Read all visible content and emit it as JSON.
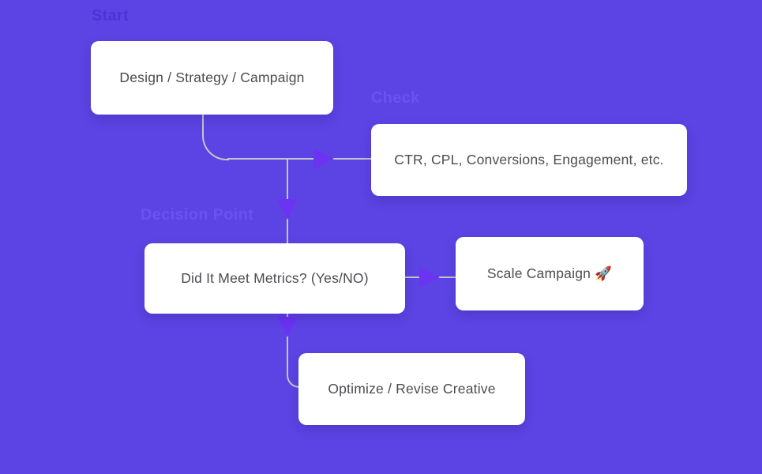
{
  "canvas": {
    "type": "flowchart",
    "labels": {
      "start": {
        "text": "Start"
      },
      "check": {
        "text": "Check"
      },
      "decision_point": {
        "text": "Decision Point"
      }
    },
    "nodes": {
      "design": {
        "text": "Design / Strategy / Campaign"
      },
      "metrics": {
        "text": "CTR, CPL, Conversions, Engagement, etc."
      },
      "decision": {
        "text": "Did It Meet Metrics? (Yes/NO)"
      },
      "scale": {
        "text": "Scale Campaign 🚀"
      },
      "optimize": {
        "text": "Optimize / Revise Creative"
      }
    },
    "edges": [
      {
        "from": "design",
        "to": "metrics",
        "style": "elbow-down-right-arrow"
      },
      {
        "from": "design",
        "to": "decision",
        "style": "elbow-down-arrow"
      },
      {
        "from": "decision",
        "to": "scale",
        "style": "straight-right-arrow"
      },
      {
        "from": "decision",
        "to": "optimize",
        "style": "elbow-down-right-arrow"
      }
    ],
    "colors": {
      "background": "#5C44E4",
      "node_background": "#FFFFFF",
      "node_text": "#4B4B52",
      "connector_line": "#C7C4CE",
      "arrowhead": "#6B33F2",
      "label_start": "#4C33D6",
      "label_faint": "#6C50F0"
    }
  }
}
